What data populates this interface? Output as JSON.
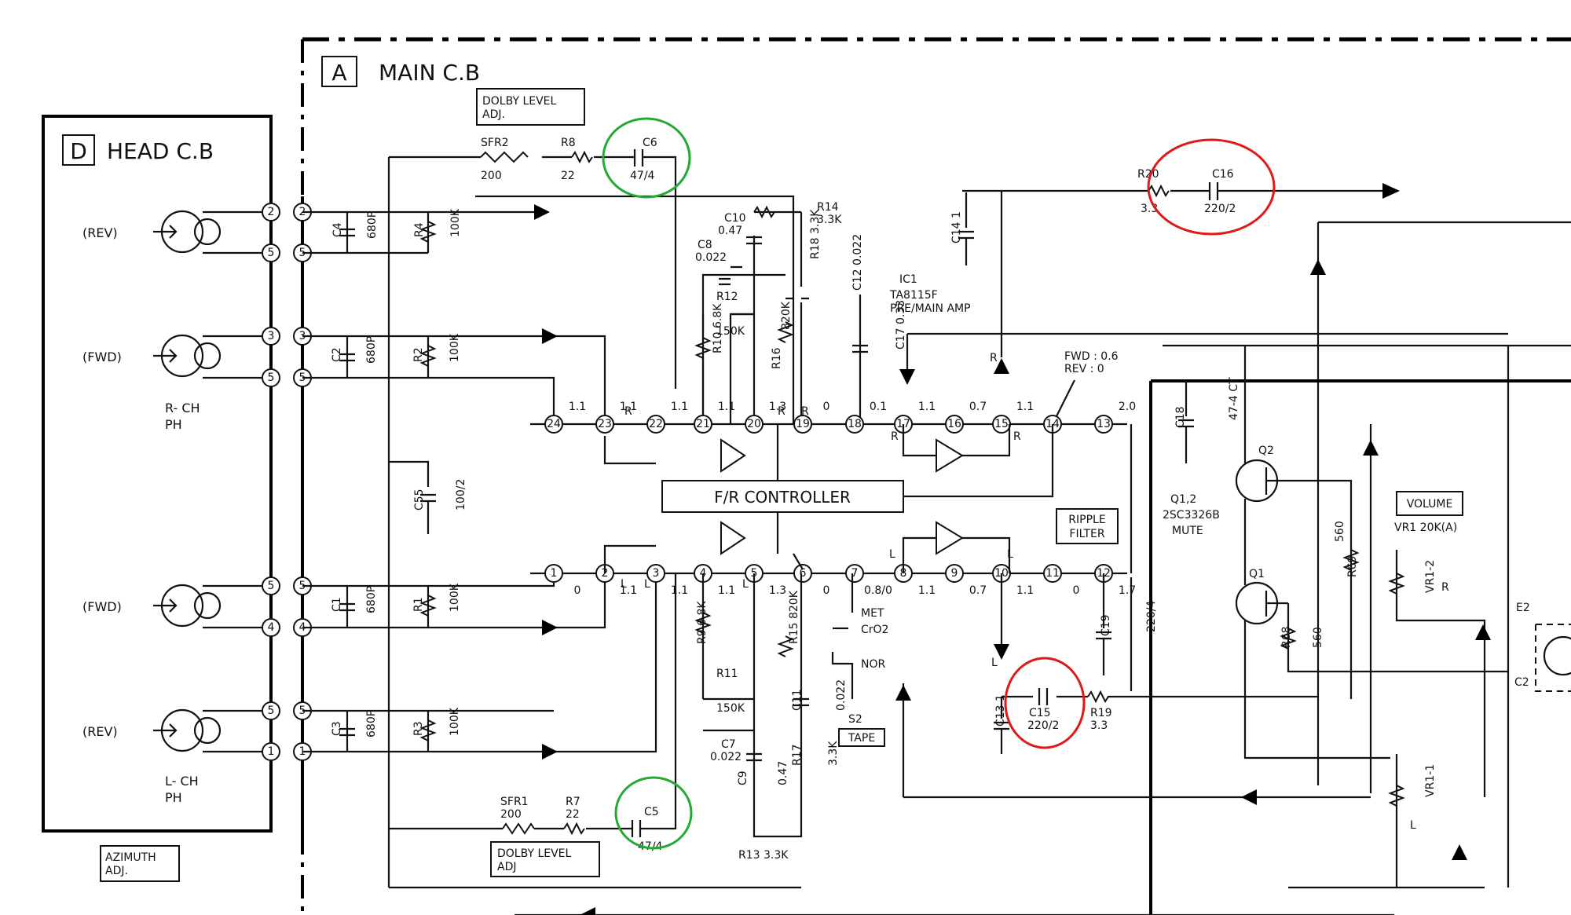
{
  "boards": {
    "main": {
      "letter": "A",
      "title": "MAIN C.B"
    },
    "head": {
      "letter": "D",
      "title": "HEAD C.B"
    }
  },
  "heads": {
    "rev_top": "(REV)",
    "fwd_top": "(FWD)",
    "r_ch": "R- CH",
    "ph1": "PH",
    "fwd_bot": "(FWD)",
    "rev_bot": "(REV)",
    "l_ch": "L- CH",
    "ph2": "PH"
  },
  "boxes": {
    "dolby_top_1": "DOLBY LEVEL",
    "dolby_top_2": "ADJ.",
    "dolby_bot_1": "DOLBY LEVEL",
    "dolby_bot_2": "ADJ",
    "azimuth_1": "AZIMUTH",
    "azimuth_2": "ADJ.",
    "fr_controller": "F/R CONTROLLER",
    "ripple_1": "RIPPLE",
    "ripple_2": "FILTER",
    "volume": "VOLUME",
    "tape": "TAPE"
  },
  "components": {
    "sfr2": "SFR2",
    "sfr2_v": "200",
    "r8": "R8",
    "r8_v": "22",
    "c6": "C6",
    "c6_v": "47/4",
    "r14": "R14",
    "r14_v": "3.3K",
    "c10": "C10",
    "c10_v": "0.47",
    "c8": "C8",
    "c8_v": "0.022",
    "r12": "R12",
    "r12_v": "150K",
    "r18": "R18 3.3K",
    "c12": "C12 0.022",
    "r10": "R10 6.8K",
    "r16": "R16",
    "r16_v": "820K",
    "c17": "C17 0.33",
    "c141": "C14 1",
    "ic1": "IC1",
    "ic1_part": "TA8115F",
    "ic1_desc": "PRE/MAIN AMP",
    "r20": "R20",
    "r20_v": "3.3",
    "c16": "C16",
    "c16_v": "220/2",
    "c4": "C4",
    "c4_v": "680P",
    "r4": "R4",
    "r4_v": "100K",
    "c2": "C2",
    "c2_v": "680P",
    "r2": "R2",
    "r2_v": "100K",
    "c55": "C55",
    "c55_v": "100/2",
    "c1": "C1",
    "c1_v": "680P",
    "r1": "R1",
    "r1_v": "100K",
    "c3": "C3",
    "c3_v": "680P",
    "r3": "R3",
    "r3_v": "100K",
    "r9": "R9 6.8K",
    "r11": "R11",
    "r11_v": "150K",
    "c7": "C7",
    "c7_v": "0.022",
    "r15": "R15 820K",
    "c11": "C11",
    "c11_v": "0.022",
    "c9": "C9",
    "c9_v": "0.47",
    "r17": "R17",
    "r17_v": "3.3K",
    "r13": "R13 3.3K",
    "sfr1": "SFR1",
    "sfr1_v": "200",
    "r7": "R7",
    "r7_v": "22",
    "c5": "C5",
    "c5_v": "47/4",
    "met": "MET",
    "cro2": "CrO2",
    "nor": "NOR",
    "s2": "S2",
    "c13": "C13 1",
    "c15": "C15",
    "c15_v": "220/2",
    "r19": "R19",
    "r19_v": "3.3",
    "c19": "C19",
    "c19_v": "220/4",
    "c18": "C18",
    "c18_v": "47-4 CT",
    "q2": "Q2",
    "q1": "Q1",
    "q12": "Q1,2",
    "q_part": "2SC3326B",
    "mute": "MUTE",
    "r69": "R69",
    "r69_v": "560",
    "r68": "R68",
    "r68_v": "560",
    "vr1": "VR1 20K(A)",
    "vr1_2": "VR1-2",
    "vr1_1": "VR1-1",
    "r_label": "R",
    "l_label": "L",
    "e2": "E2",
    "c2b": "C2",
    "fwd_rev_1": "FWD : 0.6",
    "fwd_rev_2": "REV : 0"
  },
  "pins_top": [
    {
      "n": "24",
      "v": "1.1"
    },
    {
      "n": "23",
      "v": "1.1"
    },
    {
      "n": "22",
      "v": "1.1"
    },
    {
      "n": "21",
      "v": "1.1"
    },
    {
      "n": "20",
      "v": "1.3"
    },
    {
      "n": "19",
      "v": "0"
    },
    {
      "n": "18",
      "v": "0.1"
    },
    {
      "n": "17",
      "v": "1.1"
    },
    {
      "n": "16",
      "v": "0.7"
    },
    {
      "n": "15",
      "v": "1.1"
    },
    {
      "n": "14",
      "v": ""
    },
    {
      "n": "13",
      "v": "2.0"
    }
  ],
  "pins_bottom": [
    {
      "n": "1",
      "v": "0"
    },
    {
      "n": "2",
      "v": "1.1"
    },
    {
      "n": "3",
      "v": "1.1"
    },
    {
      "n": "4",
      "v": "1.1"
    },
    {
      "n": "5",
      "v": "1.3"
    },
    {
      "n": "6",
      "v": "0"
    },
    {
      "n": "7",
      "v": "0.8/0"
    },
    {
      "n": "8",
      "v": "1.1"
    },
    {
      "n": "9",
      "v": "0.7"
    },
    {
      "n": "10",
      "v": "1.1"
    },
    {
      "n": "11",
      "v": "0"
    },
    {
      "n": "12",
      "v": "1.7"
    }
  ],
  "connector_pins": {
    "left": [
      "2",
      "5",
      "3",
      "5",
      "5",
      "4",
      "5",
      "1"
    ],
    "right": [
      "2",
      "5",
      "3",
      "5",
      "5",
      "4",
      "5",
      "1"
    ]
  },
  "rl_marks": {
    "r": "R",
    "l": "L"
  },
  "highlights": {
    "red": [
      "C16",
      "C15"
    ],
    "green": [
      "C6",
      "C5"
    ],
    "red_color": "#e01818",
    "green_color": "#22aa33"
  }
}
